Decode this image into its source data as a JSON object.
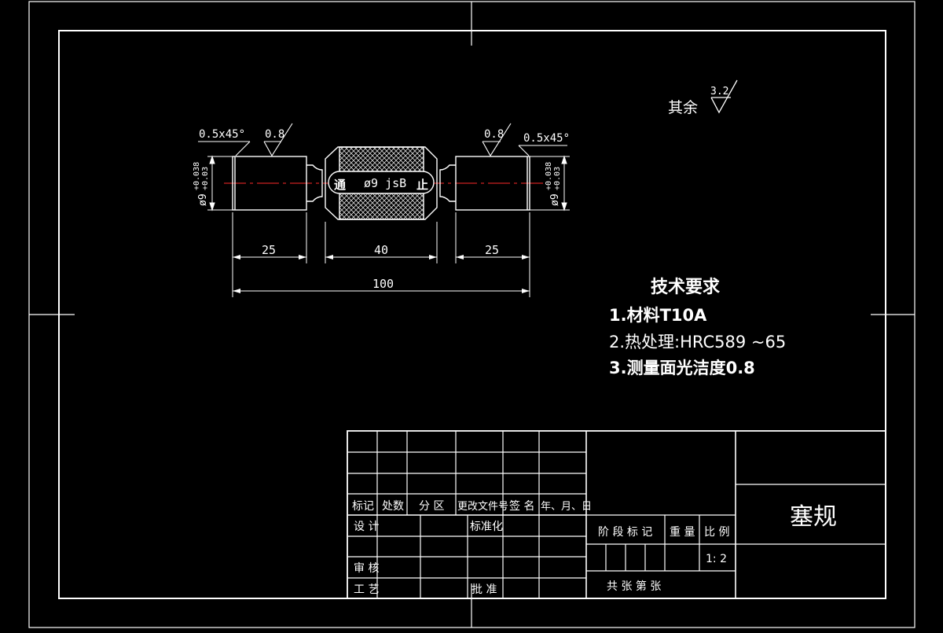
{
  "colors": {
    "background": "#000000",
    "line": "#ffffff",
    "centerline": "#ff2a2a"
  },
  "surface_finish": {
    "other_label": "其余",
    "other_value": "3.2",
    "left_value": "0.8",
    "right_value": "0.8"
  },
  "chamfers": {
    "left": "0.5x45°",
    "right": "0.5x45°"
  },
  "diameters": {
    "left_base": "ø9",
    "left_upper": "+0.038",
    "left_lower": "+0.03",
    "right_base": "ø9",
    "right_upper": "+0.038",
    "right_lower": "+0.03"
  },
  "handle": {
    "go_mark": "通",
    "spec": "ø9 jsB",
    "nogo_mark": "止"
  },
  "dimensions": {
    "left_length": "25",
    "middle_length": "40",
    "right_length": "25",
    "total_length": "100"
  },
  "tech_requirements": {
    "title": "技术要求",
    "items": [
      "1.材料T10A",
      "2.热处理:HRC589 ~65",
      "3.测量面光洁度0.8"
    ]
  },
  "title_block": {
    "part_name": "塞规",
    "headers": [
      "标记",
      "处数",
      "分 区",
      "更改文件号",
      "签 名",
      "年、月、日"
    ],
    "design": "设 计",
    "standardization": "标准化",
    "review": "审 核",
    "process": "工 艺",
    "approve": "批 准",
    "stage_mark": "阶 段 标 记",
    "weight": "重 量",
    "scale_label": "比 例",
    "scale_value": "1: 2",
    "sheets": "共    张  第    张"
  }
}
